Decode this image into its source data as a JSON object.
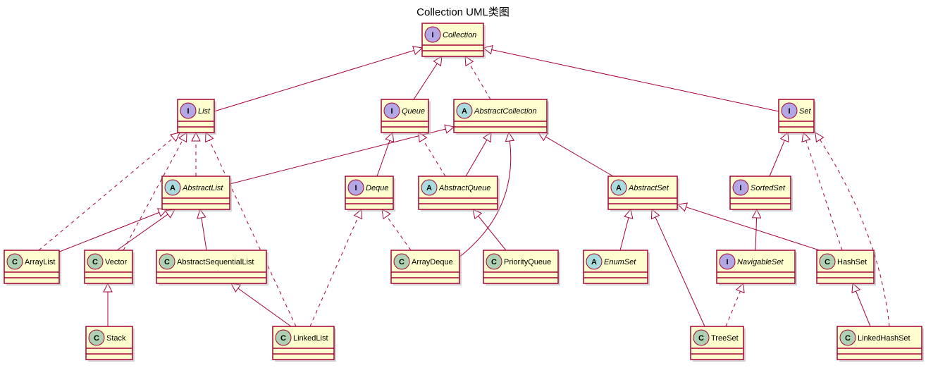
{
  "diagram": {
    "title": "Collection UML类图",
    "colors": {
      "box_fill": "#fefece",
      "box_stroke": "#a80036",
      "edge": "#a80036",
      "interface_badge": "#b4a7e5",
      "abstract_badge": "#a9dcdf",
      "class_badge": "#add1b2"
    },
    "nodes": [
      {
        "id": "Collection",
        "label": "Collection",
        "kind": "interface"
      },
      {
        "id": "List",
        "label": "List",
        "kind": "interface"
      },
      {
        "id": "Queue",
        "label": "Queue",
        "kind": "interface"
      },
      {
        "id": "AbstractCollection",
        "label": "AbstractCollection",
        "kind": "abstract"
      },
      {
        "id": "Set",
        "label": "Set",
        "kind": "interface"
      },
      {
        "id": "AbstractList",
        "label": "AbstractList",
        "kind": "abstract"
      },
      {
        "id": "Deque",
        "label": "Deque",
        "kind": "interface"
      },
      {
        "id": "AbstractQueue",
        "label": "AbstractQueue",
        "kind": "abstract"
      },
      {
        "id": "AbstractSet",
        "label": "AbstractSet",
        "kind": "abstract"
      },
      {
        "id": "SortedSet",
        "label": "SortedSet",
        "kind": "interface"
      },
      {
        "id": "ArrayList",
        "label": "ArrayList",
        "kind": "class"
      },
      {
        "id": "Vector",
        "label": "Vector",
        "kind": "class"
      },
      {
        "id": "AbstractSequentialList",
        "label": "AbstractSequentialList",
        "kind": "class"
      },
      {
        "id": "ArrayDeque",
        "label": "ArrayDeque",
        "kind": "class"
      },
      {
        "id": "PriorityQueue",
        "label": "PriorityQueue",
        "kind": "class"
      },
      {
        "id": "EnumSet",
        "label": "EnumSet",
        "kind": "abstract"
      },
      {
        "id": "NavigableSet",
        "label": "NavigableSet",
        "kind": "interface"
      },
      {
        "id": "HashSet",
        "label": "HashSet",
        "kind": "class"
      },
      {
        "id": "Stack",
        "label": "Stack",
        "kind": "class"
      },
      {
        "id": "LinkedList",
        "label": "LinkedList",
        "kind": "class"
      },
      {
        "id": "TreeSet",
        "label": "TreeSet",
        "kind": "class"
      },
      {
        "id": "LinkedHashSet",
        "label": "LinkedHashSet",
        "kind": "class"
      }
    ],
    "edges": [
      {
        "from": "List",
        "to": "Collection",
        "style": "extends"
      },
      {
        "from": "Queue",
        "to": "Collection",
        "style": "extends"
      },
      {
        "from": "AbstractCollection",
        "to": "Collection",
        "style": "implements"
      },
      {
        "from": "Set",
        "to": "Collection",
        "style": "extends"
      },
      {
        "from": "AbstractList",
        "to": "List",
        "style": "implements"
      },
      {
        "from": "ArrayList",
        "to": "List",
        "style": "implements"
      },
      {
        "from": "Vector",
        "to": "List",
        "style": "implements"
      },
      {
        "from": "LinkedList",
        "to": "List",
        "style": "implements"
      },
      {
        "from": "AbstractList",
        "to": "AbstractCollection",
        "style": "extends"
      },
      {
        "from": "ArrayList",
        "to": "AbstractList",
        "style": "extends"
      },
      {
        "from": "Vector",
        "to": "AbstractList",
        "style": "extends"
      },
      {
        "from": "AbstractSequentialList",
        "to": "AbstractList",
        "style": "extends"
      },
      {
        "from": "Stack",
        "to": "Vector",
        "style": "extends"
      },
      {
        "from": "LinkedList",
        "to": "AbstractSequentialList",
        "style": "extends"
      },
      {
        "from": "Deque",
        "to": "Queue",
        "style": "extends"
      },
      {
        "from": "AbstractQueue",
        "to": "Queue",
        "style": "implements"
      },
      {
        "from": "AbstractQueue",
        "to": "AbstractCollection",
        "style": "extends"
      },
      {
        "from": "ArrayDeque",
        "to": "AbstractCollection",
        "style": "extends"
      },
      {
        "from": "AbstractSet",
        "to": "AbstractCollection",
        "style": "extends"
      },
      {
        "from": "LinkedList",
        "to": "Deque",
        "style": "implements"
      },
      {
        "from": "ArrayDeque",
        "to": "Deque",
        "style": "implements"
      },
      {
        "from": "PriorityQueue",
        "to": "AbstractQueue",
        "style": "extends"
      },
      {
        "from": "EnumSet",
        "to": "AbstractSet",
        "style": "extends"
      },
      {
        "from": "TreeSet",
        "to": "AbstractSet",
        "style": "extends"
      },
      {
        "from": "HashSet",
        "to": "AbstractSet",
        "style": "extends"
      },
      {
        "from": "SortedSet",
        "to": "Set",
        "style": "extends"
      },
      {
        "from": "HashSet",
        "to": "Set",
        "style": "implements"
      },
      {
        "from": "LinkedHashSet",
        "to": "Set",
        "style": "implements"
      },
      {
        "from": "NavigableSet",
        "to": "SortedSet",
        "style": "extends"
      },
      {
        "from": "TreeSet",
        "to": "NavigableSet",
        "style": "implements"
      },
      {
        "from": "LinkedHashSet",
        "to": "HashSet",
        "style": "extends"
      }
    ]
  }
}
